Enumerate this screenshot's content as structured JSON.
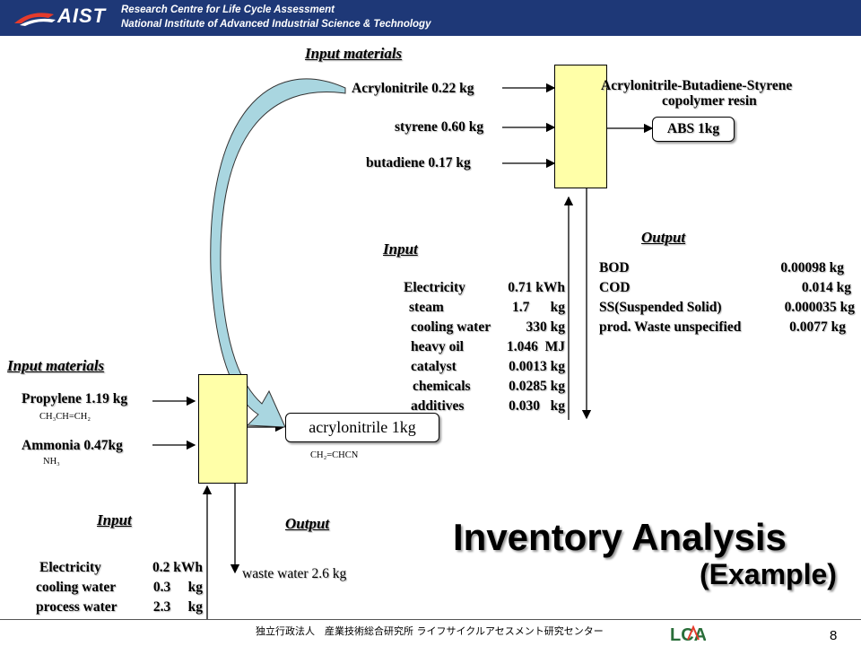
{
  "header": {
    "logo_text": "AIST",
    "line1": "Research Centre for Life Cycle Assessment",
    "line2": "National Institute of Advanced Industrial Science & Technology"
  },
  "abs_process": {
    "input_heading": "Input materials",
    "inputs": [
      "Acrylonitrile 0.22 kg",
      "styrene 0.60 kg",
      "butadiene 0.17 kg"
    ],
    "product_name_line1": "Acrylonitrile-Butadiene-Styrene",
    "product_name_line2": "copolymer resin",
    "product": "ABS 1kg",
    "energy_heading": "Input",
    "energy_items": [
      {
        "name": "Electricity",
        "value": "0.71 kWh"
      },
      {
        "name": "steam",
        "value": "1.7      kg"
      },
      {
        "name": "cooling water",
        "value": "330 kg"
      },
      {
        "name": "heavy oil",
        "value": "1.046  MJ"
      },
      {
        "name": "catalyst",
        "value": "0.0013 kg"
      },
      {
        "name": "chemicals",
        "value": "0.0285 kg"
      },
      {
        "name": "additives",
        "value": "0.030   kg"
      }
    ],
    "output_heading": "Output",
    "outputs": [
      {
        "name": "BOD",
        "value": "0.00098 kg"
      },
      {
        "name": "COD",
        "value": "0.014 kg"
      },
      {
        "name": "SS(Suspended Solid)",
        "value": "0.000035 kg"
      },
      {
        "name": "prod. Waste unspecified",
        "value": "0.0077 kg"
      }
    ]
  },
  "acn_process": {
    "input_heading": "Input materials",
    "inputs": [
      {
        "name": "Propylene  1.19 kg",
        "formula": "CH₃CH=CH₂"
      },
      {
        "name": "Ammonia  0.47kg",
        "formula": "NH₃"
      }
    ],
    "product": "acrylonitrile 1kg",
    "product_formula": "CH₂=CHCN",
    "energy_heading": "Input",
    "energy_items": [
      {
        "name": "Electricity",
        "value": "0.2 kWh"
      },
      {
        "name": "cooling water",
        "value": "0.3     kg"
      },
      {
        "name": "process water",
        "value": "2.3     kg"
      }
    ],
    "output_heading": "Output",
    "output": "waste water 2.6 kg"
  },
  "title": {
    "main": "Inventory Analysis",
    "sub": "(Example)"
  },
  "footer": {
    "org_text": "独立行政法人　産業技術総合研究所 ライフサイクルアセスメント研究センター",
    "lca_logo": "LCA",
    "page_number": "8"
  },
  "colors": {
    "header_bg": "#1e3877",
    "process_fill": "#ffffa8",
    "curved_arrow_fill": "#a9d6e0"
  }
}
